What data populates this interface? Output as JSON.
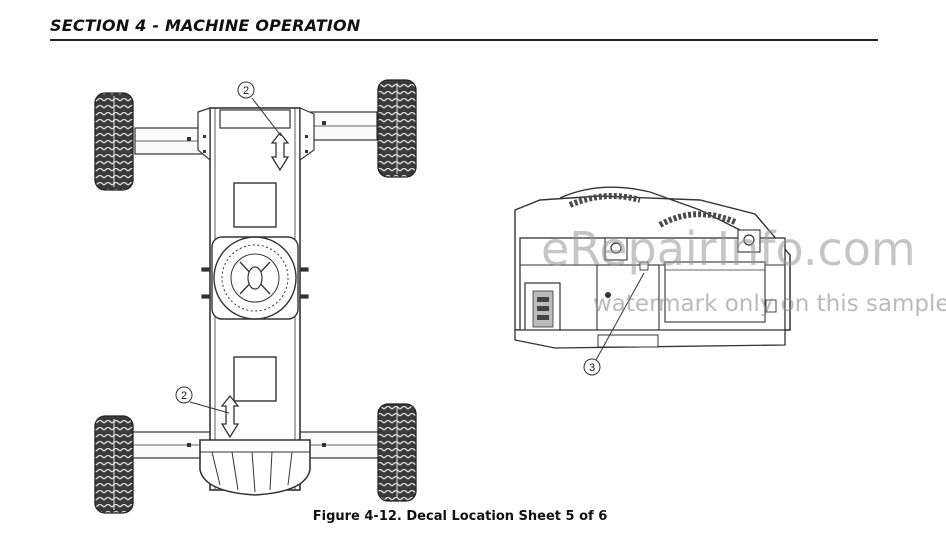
{
  "header": {
    "section_title": "SECTION 4 - MACHINE OPERATION"
  },
  "figure": {
    "caption": "Figure 4-12. Decal Location Sheet 5 of 6",
    "callouts": {
      "top_left": "2",
      "bottom_left": "2",
      "right": "3"
    }
  },
  "watermark": {
    "brand": "eRepairInfo.com",
    "notice": "watermark only on this sample"
  },
  "colors": {
    "ink": "#111111",
    "line": "#333333",
    "tire": "#2a2a2a",
    "watermark": "#969696"
  }
}
